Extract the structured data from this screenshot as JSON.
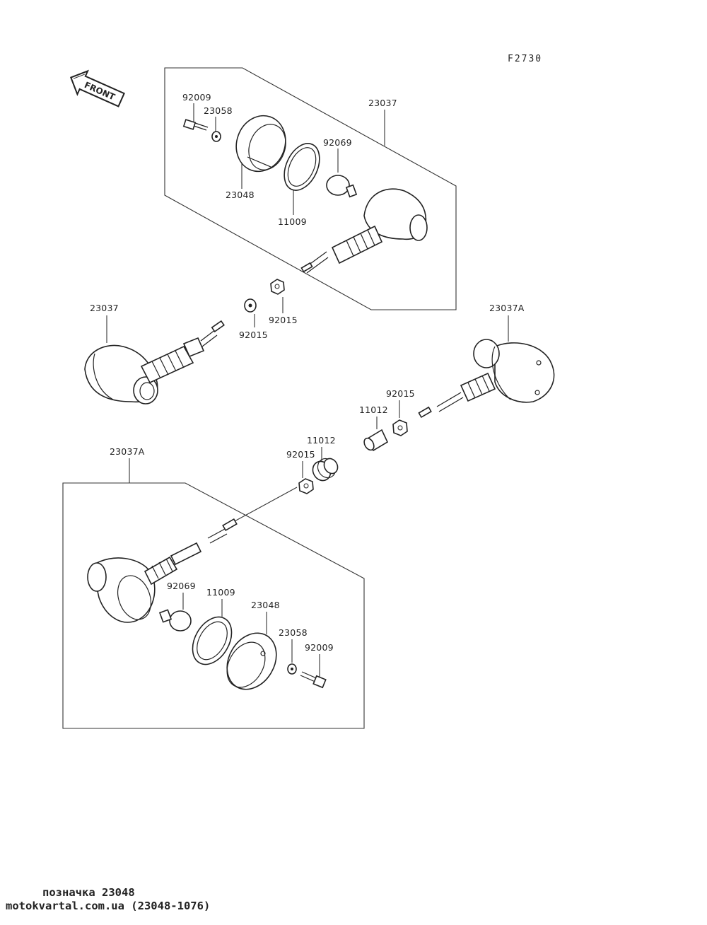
{
  "figure_id": "F2730",
  "front_label": "FRONT",
  "labels": {
    "top_92009": "92009",
    "top_23058": "23058",
    "top_23037": "23037",
    "top_92069": "92069",
    "top_23048": "23048",
    "top_11009": "11009",
    "mid_92015_a": "92015",
    "mid_92015_b": "92015",
    "left_23037": "23037",
    "right_23037A": "23037A",
    "right_92015": "92015",
    "right_11012": "11012",
    "low_11012": "11012",
    "low_92015": "92015",
    "bottom_23037A": "23037A",
    "bottom_92069": "92069",
    "bottom_11009": "11009",
    "bottom_23048": "23048",
    "bottom_23058": "23058",
    "bottom_92009": "92009"
  },
  "footer": {
    "line1": "позначка 23048",
    "line2": "motokvartal.com.ua (23048-1076)"
  }
}
